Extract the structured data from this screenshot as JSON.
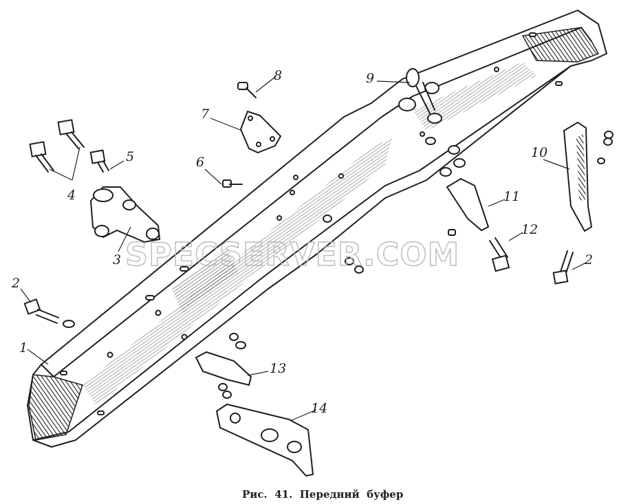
{
  "caption": "Рис.  41.  Передний  буфер",
  "watermark": "SPECSERVER.COM",
  "callouts": {
    "c1": "1",
    "c2a": "2",
    "c2b": "2",
    "c3": "3",
    "c4": "4",
    "c5": "5",
    "c6": "6",
    "c7": "7",
    "c8": "8",
    "c9": "9",
    "c10": "10",
    "c11": "11",
    "c12": "12",
    "c13": "13",
    "c14": "14"
  }
}
